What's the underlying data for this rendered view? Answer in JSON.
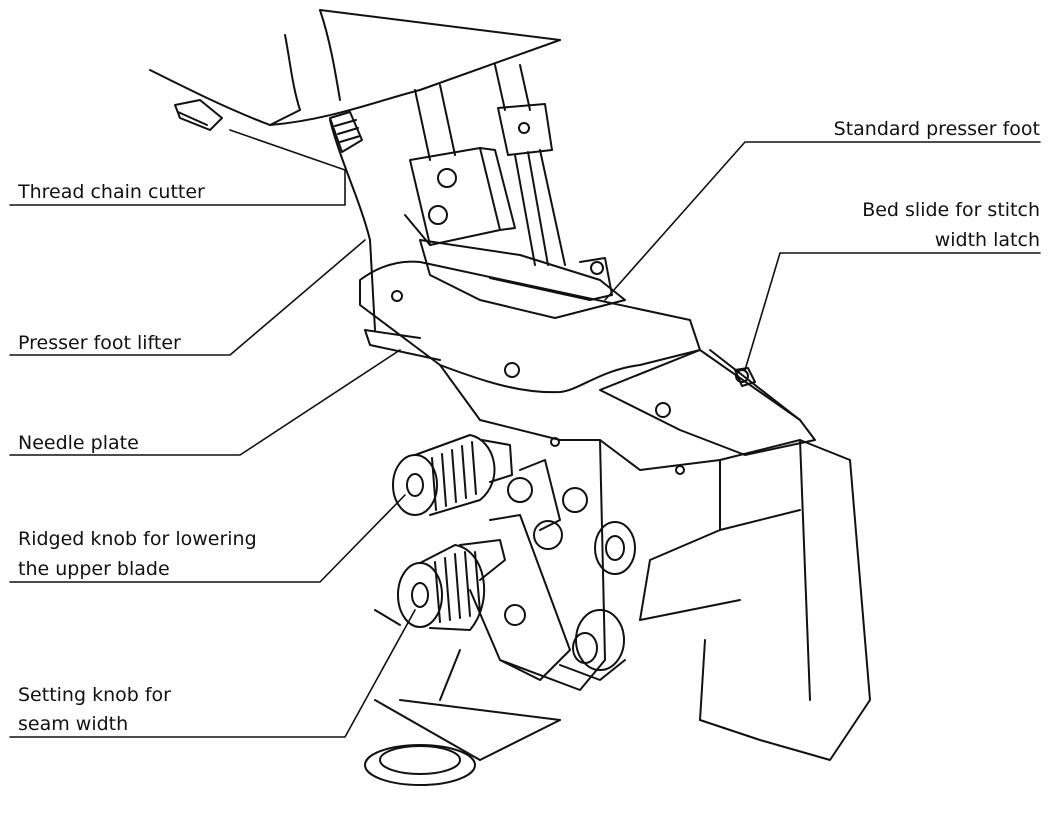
{
  "labels": {
    "thread_chain_cutter": "Thread chain cutter",
    "presser_foot_lifter": "Presser foot lifter",
    "needle_plate": "Needle plate",
    "ridged_knob_line1": "Ridged knob for lowering",
    "ridged_knob_line2": "the upper blade",
    "setting_knob_line1": "Setting knob for",
    "setting_knob_line2": "seam width",
    "standard_presser_foot": "Standard presser foot",
    "bed_slide_line1": "Bed slide for stitch",
    "bed_slide_line2": "width latch"
  }
}
